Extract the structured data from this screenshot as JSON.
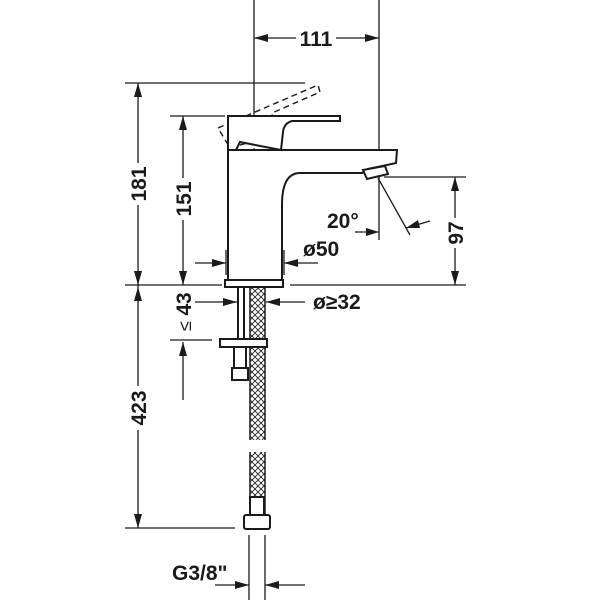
{
  "title": "Single lever basin mixer dimension drawing",
  "dimensions": {
    "spout_reach": "111",
    "total_height": "181",
    "body_height": "151",
    "spout_height": "97",
    "spray_angle": "20°",
    "body_diameter": "ø50",
    "hole_diameter": "ø≥32",
    "max_deck_thickness": "43",
    "max_symbol": "≤",
    "hose_length": "423",
    "connection_thread": "G3/8\""
  },
  "colors": {
    "line": "#1a1a1a",
    "background": "#ffffff"
  }
}
